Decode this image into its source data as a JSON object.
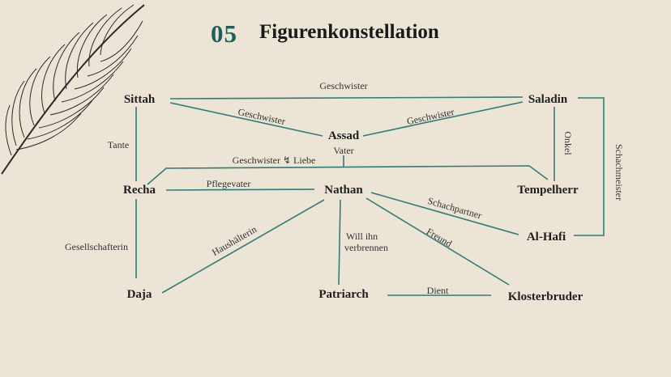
{
  "header": {
    "number": "05",
    "title": "Figurenkonstellation"
  },
  "colors": {
    "accent": "#17625e",
    "line": "#2f7d78",
    "background": "#ece5d5"
  },
  "decoration": {
    "icon": "feather-quill"
  },
  "nodes": {
    "sittah": "Sittah",
    "saladin": "Saladin",
    "assad": "Assad",
    "recha": "Recha",
    "nathan": "Nathan",
    "tempelherr": "Tempelherr",
    "alhafi": "Al-Hafi",
    "daja": "Daja",
    "patriarch": "Patriarch",
    "klosterbruder": "Klosterbruder"
  },
  "edges": {
    "sittah_saladin": "Geschwister",
    "sittah_assad": "Geschwister",
    "assad_saladin": "Geschwister",
    "assad_vater": "Vater",
    "recha_tempelherr": "Geschwister ↯ Liebe",
    "sittah_recha": "Tante",
    "saladin_tempelherr": "Onkel",
    "saladin_alhafi": "Schachmeister",
    "recha_nathan": "Pflegevater",
    "nathan_alhafi": "Schachpartner",
    "nathan_klosterbruder": "Freund",
    "recha_daja": "Gesellschafterin",
    "nathan_daja": "Haushälterin",
    "nathan_patriarch_1": "Will ihn",
    "nathan_patriarch_2": "verbrennen",
    "patriarch_klosterbruder": "Dient"
  }
}
